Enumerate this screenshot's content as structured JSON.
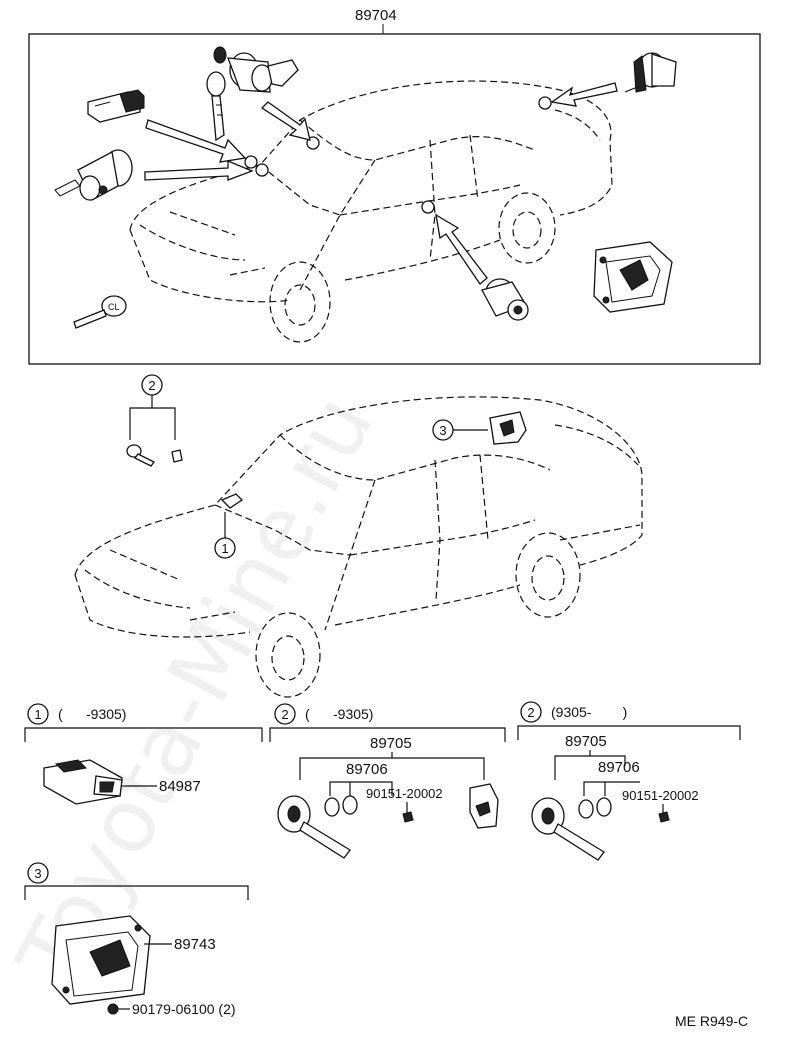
{
  "header": {
    "part_number": "89704"
  },
  "callouts": {
    "c1": "1",
    "c2": "2",
    "c3": "3"
  },
  "sections": {
    "s1": {
      "num": "1",
      "range": "(      -9305)",
      "part": "84987"
    },
    "s2a": {
      "num": "2",
      "range": "(      -9305)",
      "p1": "89705",
      "p2": "89706",
      "p3": "90151-20002"
    },
    "s2b": {
      "num": "2",
      "range": "(9305-        )",
      "p1": "89705",
      "p2": "89706",
      "p3": "90151-20002"
    },
    "s3": {
      "num": "3",
      "p1": "89743",
      "p2": "90179-06100 (2)"
    }
  },
  "footer": {
    "code": "ME R949-C"
  },
  "watermark": {
    "text": "Toyota-Mine.ru"
  }
}
